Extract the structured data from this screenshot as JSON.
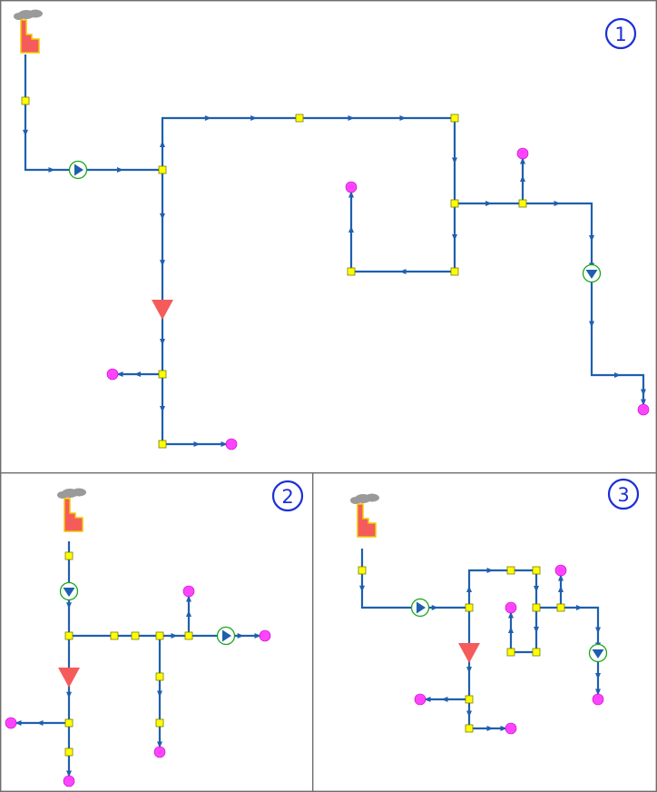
{
  "panels": [
    {
      "badge": "1",
      "edges": [
        [
          [
            28,
            60
          ],
          [
            28,
            187
          ],
          [
            86,
            187
          ],
          [
            179,
            187
          ]
        ],
        [
          [
            179,
            187
          ],
          [
            179,
            130
          ],
          [
            330,
            130
          ],
          [
            501,
            130
          ]
        ],
        [
          [
            501,
            130
          ],
          [
            501,
            224
          ]
        ],
        [
          [
            501,
            224
          ],
          [
            501,
            299
          ],
          [
            387,
            299
          ]
        ],
        [
          [
            387,
            299
          ],
          [
            387,
            206
          ]
        ],
        [
          [
            501,
            224
          ],
          [
            576,
            224
          ]
        ],
        [
          [
            576,
            224
          ],
          [
            576,
            169
          ]
        ],
        [
          [
            576,
            224
          ],
          [
            652,
            224
          ],
          [
            652,
            301
          ]
        ],
        [
          [
            652,
            301
          ],
          [
            652,
            413
          ],
          [
            709,
            413
          ],
          [
            709,
            451
          ]
        ],
        [
          [
            179,
            187
          ],
          [
            179,
            341
          ],
          [
            179,
            412
          ]
        ],
        [
          [
            179,
            412
          ],
          [
            124,
            412
          ]
        ],
        [
          [
            179,
            412
          ],
          [
            179,
            489
          ],
          [
            255,
            489
          ]
        ]
      ],
      "junctions": [
        [
          28,
          111
        ],
        [
          179,
          187
        ],
        [
          330,
          130
        ],
        [
          501,
          130
        ],
        [
          501,
          224
        ],
        [
          501,
          299
        ],
        [
          387,
          299
        ],
        [
          576,
          224
        ],
        [
          179,
          412
        ],
        [
          179,
          489
        ]
      ],
      "sinks": [
        [
          387,
          206
        ],
        [
          576,
          169
        ],
        [
          709,
          451
        ],
        [
          124,
          412
        ],
        [
          255,
          489
        ]
      ],
      "valves": [
        {
          "p": [
            86,
            187
          ],
          "dir": "right"
        },
        {
          "p": [
            652,
            301
          ],
          "dir": "down"
        }
      ],
      "big_triangles": [
        [
          179,
          341
        ]
      ],
      "source": [
        28,
        44
      ],
      "badge_pos": [
        684,
        37
      ]
    },
    {
      "badge": "2",
      "edges": [
        [
          [
            76,
            596
          ],
          [
            76,
            700
          ]
        ],
        [
          [
            76,
            700
          ],
          [
            176,
            700
          ]
        ],
        [
          [
            176,
            700
          ],
          [
            208,
            700
          ]
        ],
        [
          [
            208,
            700
          ],
          [
            208,
            651
          ]
        ],
        [
          [
            208,
            700
          ],
          [
            292,
            700
          ]
        ],
        [
          [
            176,
            700
          ],
          [
            176,
            828
          ]
        ],
        [
          [
            76,
            700
          ],
          [
            76,
            796
          ]
        ],
        [
          [
            76,
            796
          ],
          [
            12,
            796
          ]
        ],
        [
          [
            76,
            796
          ],
          [
            76,
            860
          ]
        ]
      ],
      "junctions": [
        [
          76,
          612
        ],
        [
          76,
          700
        ],
        [
          126,
          700
        ],
        [
          149,
          700
        ],
        [
          176,
          700
        ],
        [
          208,
          700
        ],
        [
          176,
          745
        ],
        [
          176,
          796
        ],
        [
          76,
          796
        ],
        [
          76,
          828
        ]
      ],
      "sinks": [
        [
          208,
          651
        ],
        [
          292,
          700
        ],
        [
          176,
          828
        ],
        [
          12,
          796
        ],
        [
          76,
          860
        ]
      ],
      "valves": [
        {
          "p": [
            76,
            651
          ],
          "dir": "down"
        },
        {
          "p": [
            249,
            700
          ],
          "dir": "right"
        }
      ],
      "big_triangles": [
        [
          76,
          746
        ]
      ],
      "source": [
        76,
        571
      ],
      "badge_pos": [
        317,
        546
      ]
    },
    {
      "badge": "3",
      "edges": [
        [
          [
            399,
            604
          ],
          [
            399,
            669
          ],
          [
            517,
            669
          ]
        ],
        [
          [
            517,
            669
          ],
          [
            517,
            628
          ],
          [
            563,
            628
          ],
          [
            591,
            628
          ]
        ],
        [
          [
            591,
            628
          ],
          [
            591,
            669
          ]
        ],
        [
          [
            591,
            669
          ],
          [
            591,
            718
          ],
          [
            563,
            718
          ]
        ],
        [
          [
            563,
            718
          ],
          [
            563,
            669
          ]
        ],
        [
          [
            591,
            669
          ],
          [
            618,
            669
          ]
        ],
        [
          [
            618,
            669
          ],
          [
            618,
            628
          ]
        ],
        [
          [
            618,
            669
          ],
          [
            659,
            669
          ],
          [
            659,
            719
          ]
        ],
        [
          [
            659,
            719
          ],
          [
            659,
            770
          ]
        ],
        [
          [
            517,
            669
          ],
          [
            517,
            770
          ]
        ],
        [
          [
            517,
            770
          ],
          [
            463,
            770
          ]
        ],
        [
          [
            517,
            770
          ],
          [
            517,
            802
          ],
          [
            563,
            802
          ]
        ]
      ],
      "junctions": [
        [
          399,
          628
        ],
        [
          517,
          669
        ],
        [
          563,
          628
        ],
        [
          591,
          628
        ],
        [
          591,
          669
        ],
        [
          591,
          718
        ],
        [
          563,
          718
        ],
        [
          618,
          669
        ],
        [
          517,
          770
        ],
        [
          517,
          802
        ]
      ],
      "sinks": [
        [
          563,
          669
        ],
        [
          618,
          628
        ],
        [
          659,
          770
        ],
        [
          463,
          770
        ],
        [
          563,
          802
        ]
      ],
      "valves": [
        {
          "p": [
            463,
            669
          ],
          "dir": "right"
        },
        {
          "p": [
            659,
            719
          ],
          "dir": "down"
        }
      ],
      "big_triangles": [
        [
          517,
          719
        ]
      ],
      "source": [
        399,
        577
      ],
      "badge_pos": [
        687,
        544
      ]
    }
  ],
  "colors": {
    "pipe": "#1f5fae",
    "junction": "#ffff00",
    "sink": "#ff44ff",
    "valve_ring": "#1aa51a",
    "big_triangle": "#f55b5b",
    "badge": "#1b2fd6"
  }
}
